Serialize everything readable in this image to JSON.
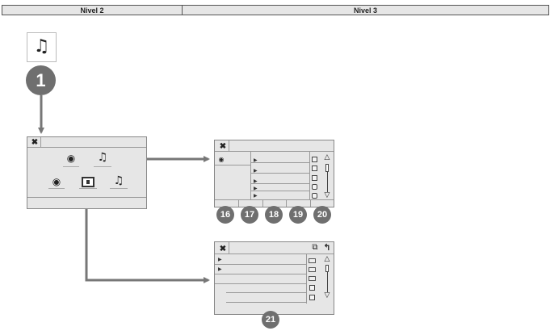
{
  "header": {
    "level2": "Nivel 2",
    "level3": "Nivel 3"
  },
  "badges": {
    "step1": "1",
    "n16": "16",
    "n17": "17",
    "n18": "18",
    "n19": "19",
    "n20": "20",
    "n21": "21"
  },
  "icons": {
    "music": "music-note-icon",
    "close": "close-icon",
    "scroll_up": "scroll-up-arrow-icon",
    "scroll_down": "scroll-down-arrow-icon",
    "back": "back-icon",
    "copy": "copy-icon",
    "media_device": "media-device-icon"
  },
  "colors": {
    "panel": "#e6e6e6",
    "badge": "#6f6f6f",
    "arrow": "#777777"
  }
}
